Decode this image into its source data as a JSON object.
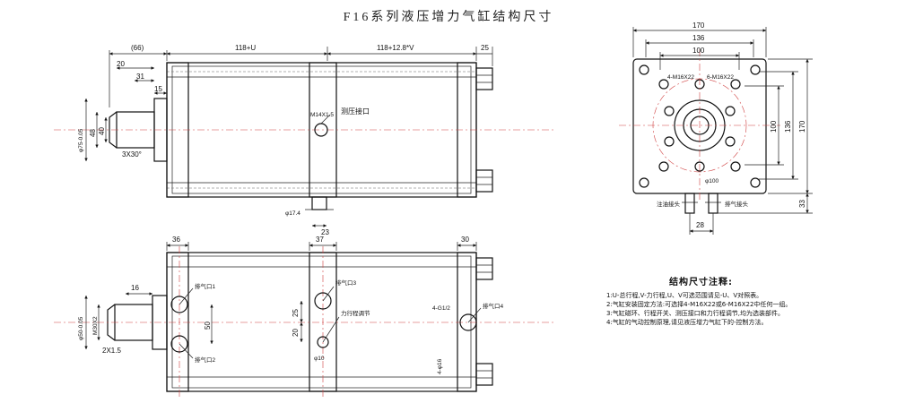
{
  "title": "F16系列液压增力气缸结构尺寸",
  "top_view": {
    "dims_top": [
      "(66)",
      "118+U",
      "118+12.8*V",
      "25"
    ],
    "dims_left": [
      "20",
      "31",
      "15"
    ],
    "dims_vertical": [
      "φ75-0.05",
      "48",
      "40"
    ],
    "chamfer": "3X30°",
    "port_label": "测压接口",
    "thread_label": "M14X1.5",
    "oil_dia": "φ17.4",
    "oil_offset": "23"
  },
  "front_view": {
    "dims_top": [
      "36",
      "37",
      "30"
    ],
    "dim_16": "16",
    "dims_vertical": [
      "φ50-0.05",
      "M30X2",
      "2X1.5"
    ],
    "dims_mid": [
      "25",
      "50",
      "20"
    ],
    "ports": [
      "排气口1",
      "排气口2",
      "排气口3",
      "排气口4"
    ],
    "adjust_label": "力行程调节",
    "thread_label": "4-G1/2",
    "hole_dia": "φ10",
    "bolt_label": "4-φ16"
  },
  "end_view": {
    "dims_top": [
      "170",
      "136",
      "100"
    ],
    "dims_right": [
      "100",
      "136",
      "170"
    ],
    "bottom_right": "33",
    "bottom": "28",
    "threads": [
      "4-M16X22",
      "6-M16X22"
    ],
    "bore": "φ100",
    "oil_port": "注油接头",
    "air_port": "排气接头"
  },
  "notes": {
    "heading": "结构尺寸注释:",
    "lines": [
      "1:U-总行程,V-力行程,U、V可选范围请见-U、V对照表。",
      "2:气缸安装固定方法:可选择4-M16X22或6-M16X22中任何一组。",
      "3:气缸磁环、行程开关、测压接口和力行程调节,均为选装部件。",
      "4:气缸的气动控制原理,请见液压增力气缸下的-控制方法。"
    ]
  }
}
